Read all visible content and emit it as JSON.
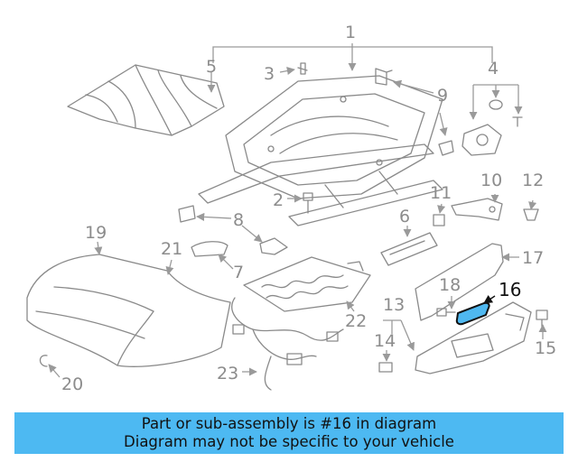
{
  "callouts": {
    "c1": "1",
    "c2": "2",
    "c3": "3",
    "c4": "4",
    "c5": "5",
    "c6": "6",
    "c7": "7",
    "c8": "8",
    "c9": "9",
    "c10": "10",
    "c11": "11",
    "c12": "12",
    "c13": "13",
    "c14": "14",
    "c15": "15",
    "c16": "16",
    "c17": "17",
    "c18": "18",
    "c19": "19",
    "c20": "20",
    "c21": "21",
    "c22": "22",
    "c23": "23"
  },
  "highlighted_part": "16",
  "colors": {
    "banner": "#4db9f2",
    "highlight": "#4fb8f0",
    "line_art": "#8a8a8a"
  },
  "banner": {
    "line1": "Part or sub-assembly is #16 in diagram",
    "line2": "Diagram may not be specific to your vehicle"
  }
}
